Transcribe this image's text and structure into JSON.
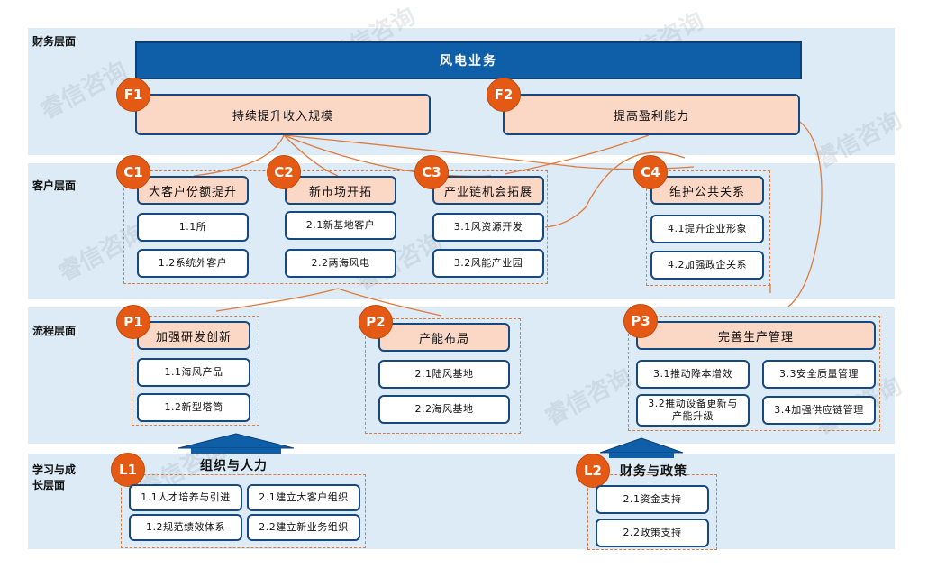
{
  "layers": {
    "financial": "财务层面",
    "customer": "客户层面",
    "process": "流程层面",
    "learning_1": "学习与成",
    "learning_2": "长层面"
  },
  "top_title": "风电业务",
  "financial": {
    "F1": {
      "badge": "F1",
      "label": "持续提升收入规模"
    },
    "F2": {
      "badge": "F2",
      "label": "提高盈利能力"
    }
  },
  "customer": {
    "C1": {
      "badge": "C1",
      "label": "大客户份额提升",
      "items": [
        "1.1所",
        "1.2系统外客户"
      ]
    },
    "C2": {
      "badge": "C2",
      "label": "新市场开拓",
      "items": [
        "2.1新基地客户",
        "2.2两海风电"
      ]
    },
    "C3": {
      "badge": "C3",
      "label": "产业链机会拓展",
      "items": [
        "3.1风资源开发",
        "3.2风能产业园"
      ]
    },
    "C4": {
      "badge": "C4",
      "label": "维护公共关系",
      "items": [
        "4.1提升企业形象",
        "4.2加强政企关系"
      ]
    }
  },
  "process": {
    "P1": {
      "badge": "P1",
      "label": "加强研发创新",
      "items": [
        "1.1海风产品",
        "1.2新型塔筒"
      ]
    },
    "P2": {
      "badge": "P2",
      "label": "产能布局",
      "items": [
        "2.1陆风基地",
        "2.2海风基地"
      ]
    },
    "P3": {
      "badge": "P3",
      "label": "完善生产管理",
      "items": [
        "3.1推动降本增效",
        "3.2推动设备更新与",
        "产能升级",
        "3.3安全质量管理",
        "3.4加强供应链管理"
      ]
    }
  },
  "learning": {
    "L1": {
      "badge": "L1",
      "label": "组织与人力",
      "items": [
        "1.1人才培养与引进",
        "2.1建立大客户组织",
        "1.2规范绩效体系",
        "2.2建立新业务组织"
      ]
    },
    "L2": {
      "badge": "L2",
      "label": "财务与政策",
      "items": [
        "2.1资金支持",
        "2.2政策支持"
      ]
    }
  },
  "watermark": "睿信咨询",
  "colors": {
    "band": "#dcebf6",
    "title_bar": "#0f5fa8",
    "pink": "#fbd7c6",
    "badge": "#e45a14",
    "border": "#16497f",
    "connector": "#e07a3e"
  }
}
